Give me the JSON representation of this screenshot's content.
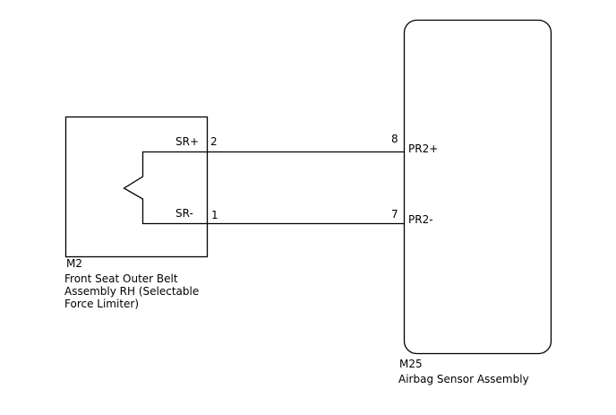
{
  "left_component": {
    "code": "M2",
    "name_lines": [
      "Front Seat Outer Belt",
      "Assembly RH (Selectable",
      "Force Limiter)"
    ],
    "pins": [
      {
        "terminal": "SR+",
        "pin": "2"
      },
      {
        "terminal": "SR-",
        "pin": "1"
      }
    ]
  },
  "right_component": {
    "code": "M25",
    "name": "Airbag Sensor Assembly",
    "pins": [
      {
        "terminal": "PR2+",
        "pin": "8"
      },
      {
        "terminal": "PR2-",
        "pin": "7"
      }
    ]
  }
}
